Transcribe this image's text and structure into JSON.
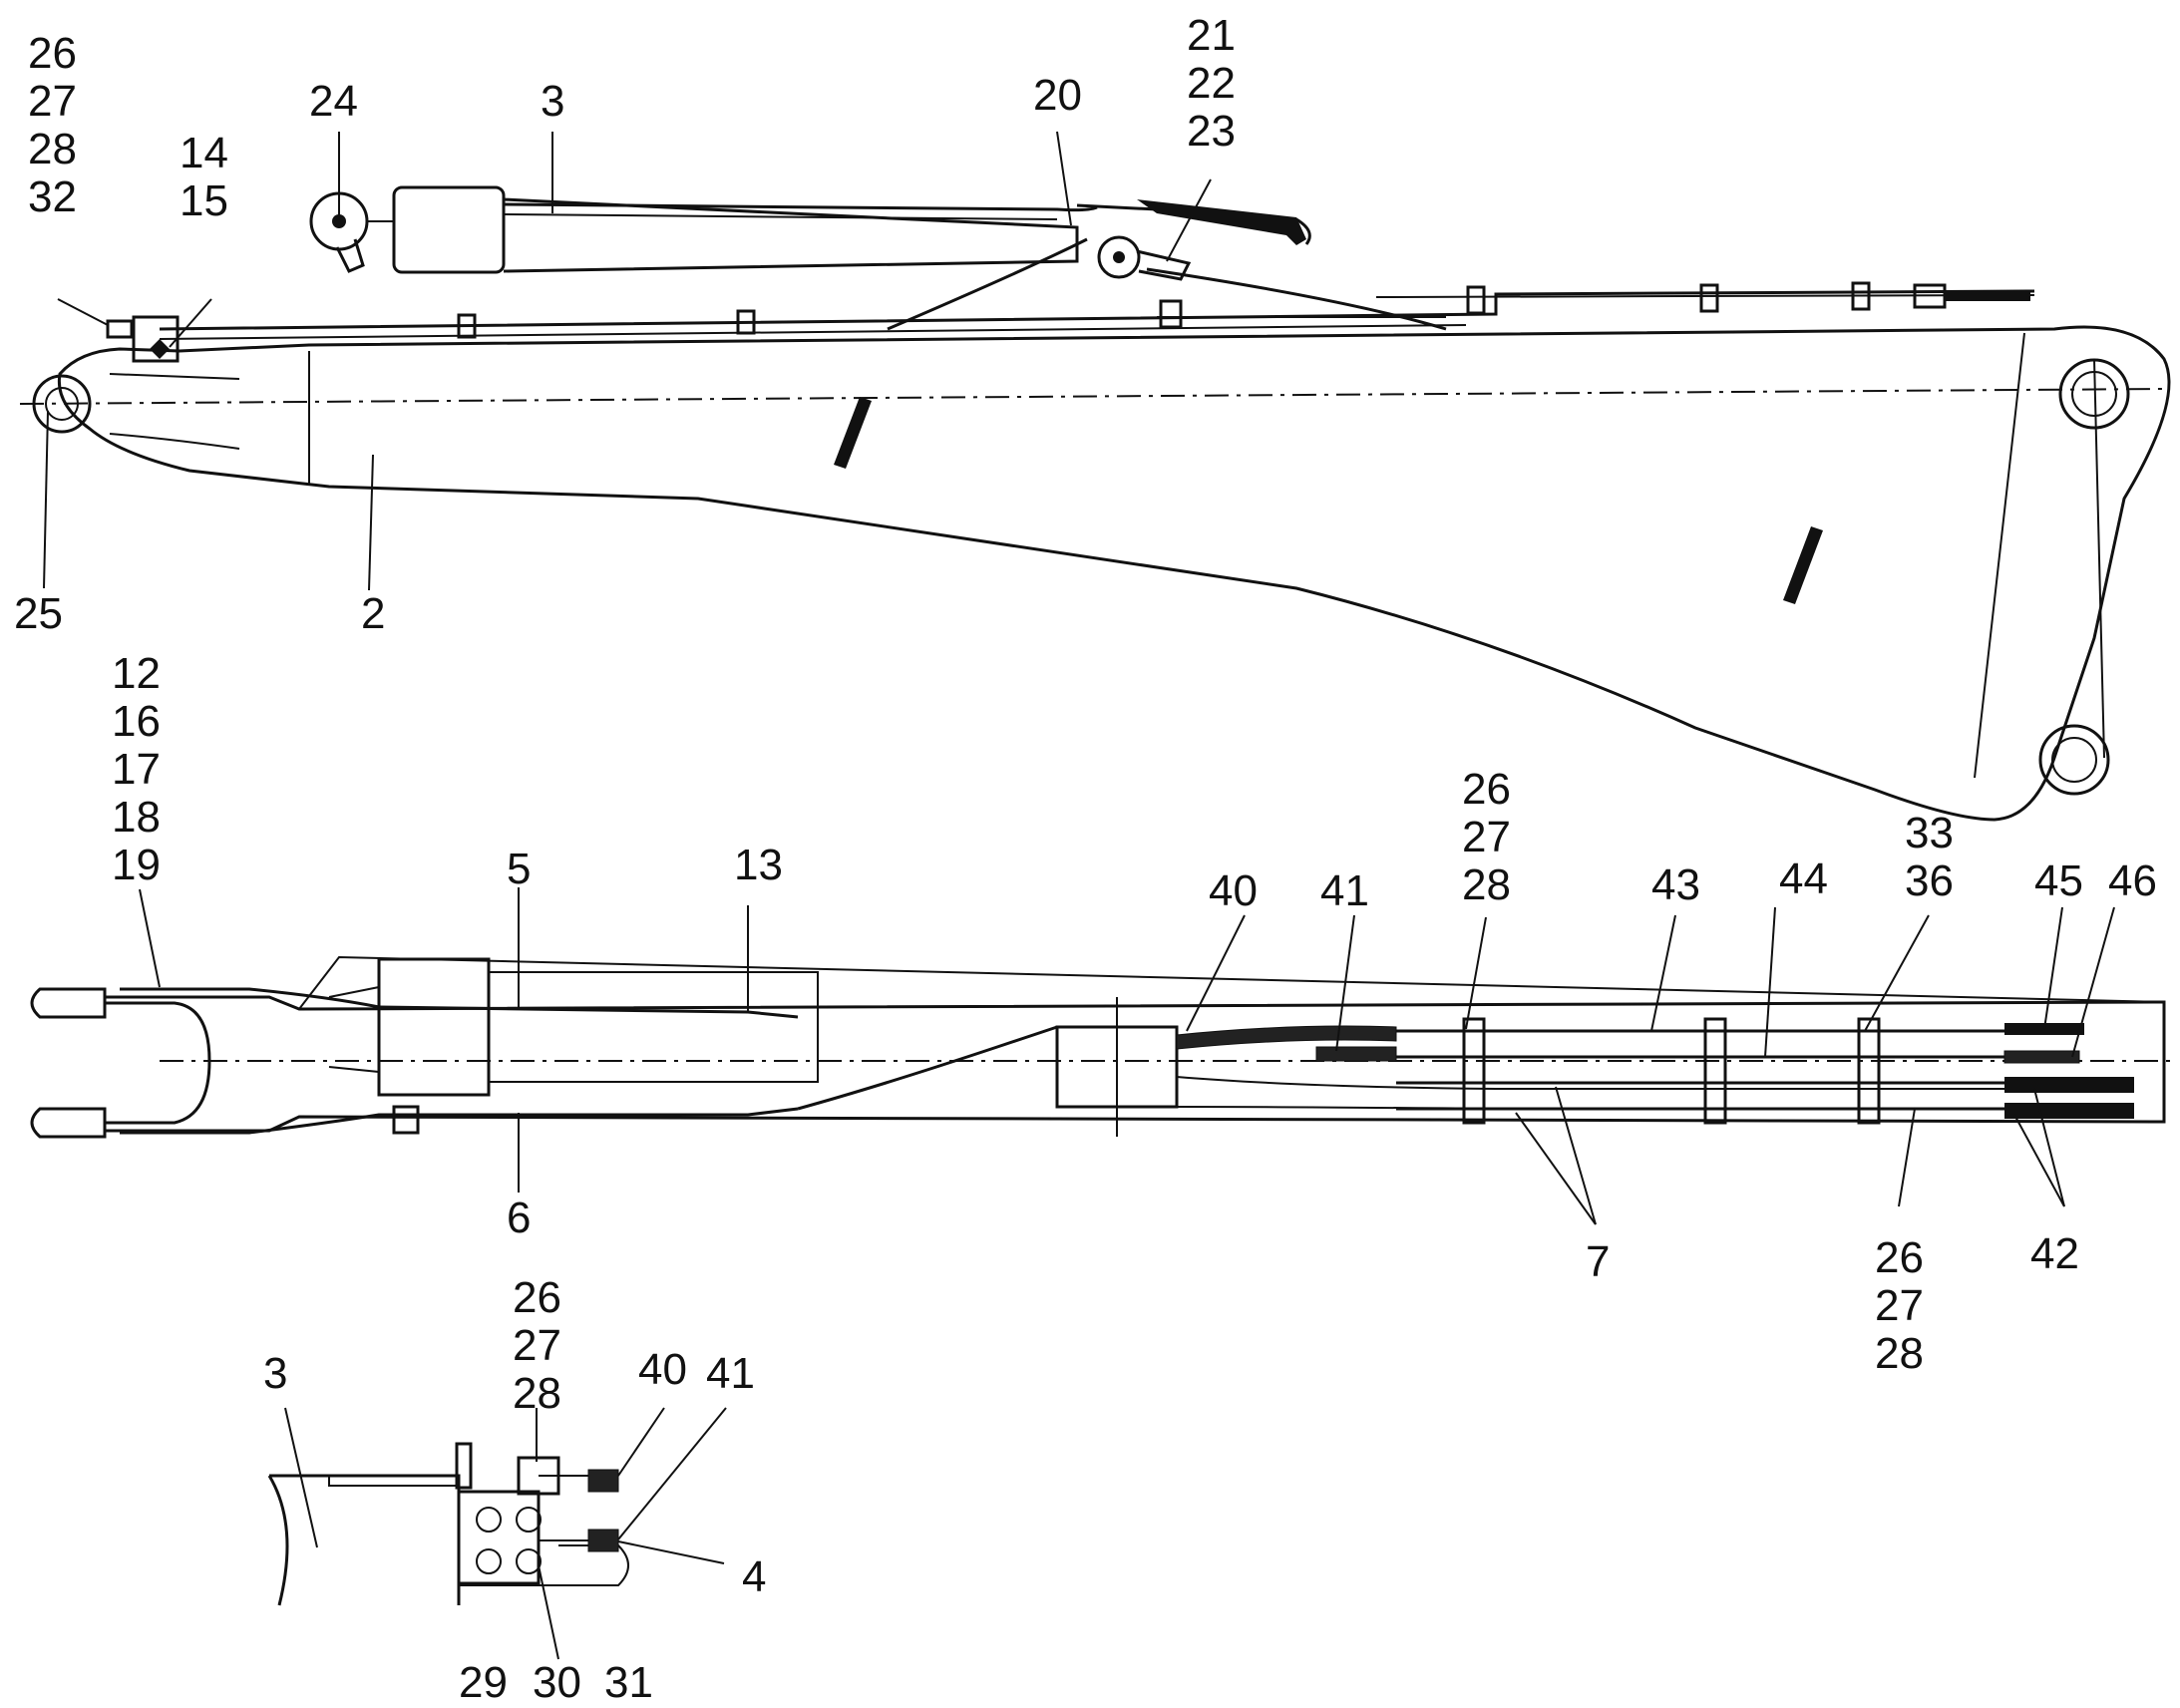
{
  "callouts": {
    "c_26_27_28_32": [
      "26",
      "27",
      "28",
      "32"
    ],
    "c_14_15": [
      "14",
      "15"
    ],
    "c_24": "24",
    "c_3_top": "3",
    "c_20": "20",
    "c_21_22_23": [
      "21",
      "22",
      "23"
    ],
    "c_25": "25",
    "c_2": "2",
    "c_12_16_17_18_19": [
      "12",
      "16",
      "17",
      "18",
      "19"
    ],
    "c_5": "5",
    "c_13": "13",
    "c_6": "6",
    "c_40_mid": "40",
    "c_41_mid": "41",
    "c_26_27_28_mid": [
      "26",
      "27",
      "28"
    ],
    "c_43": "43",
    "c_44": "44",
    "c_33_36": [
      "33",
      "36"
    ],
    "c_45": "45",
    "c_46": "46",
    "c_7": "7",
    "c_26_27_28_low": [
      "26",
      "27",
      "28"
    ],
    "c_42": "42",
    "c_3_detail": "3",
    "c_26_27_28_detail": [
      "26",
      "27",
      "28"
    ],
    "c_40_detail": "40",
    "c_41_detail": "41",
    "c_4": "4",
    "c_29": "29",
    "c_30": "30",
    "c_31": "31"
  }
}
